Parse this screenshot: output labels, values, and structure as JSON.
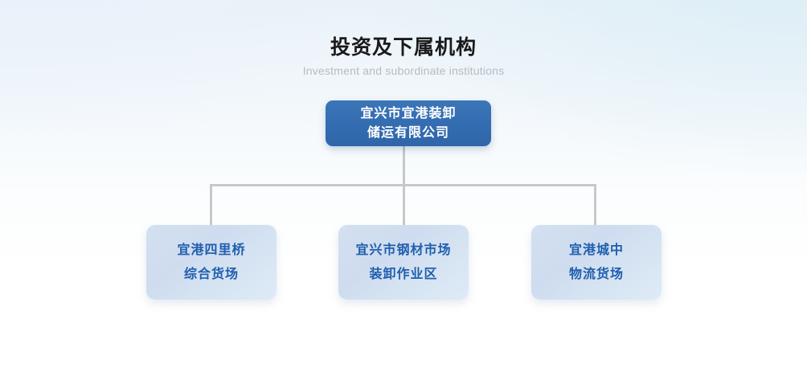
{
  "heading": {
    "title": "投资及下属机构",
    "subtitle": "Investment and subordinate institutions"
  },
  "org_chart": {
    "root": {
      "name": "宜兴市宜港装卸储运有限公司",
      "lines": [
        "宜兴市宜港装卸",
        "储运有限公司"
      ]
    },
    "children": [
      {
        "name": "宜港四里桥综合货场",
        "lines": [
          "宜港四里桥",
          "综合货场"
        ]
      },
      {
        "name": "宜兴市钢材市场装卸作业区",
        "lines": [
          "宜兴市钢材市场",
          "装卸作业区"
        ]
      },
      {
        "name": "宜港城中物流货场",
        "lines": [
          "宜港城中",
          "物流货场"
        ]
      }
    ]
  },
  "colors": {
    "root_node_fill": "#3570b4",
    "root_node_text": "#ffffff",
    "child_node_fill": "#d3e0f0",
    "child_node_text": "#1f5fae",
    "connector_line": "#c6c8ca",
    "title_text": "#1a1a1a",
    "subtitle_text": "#b6bcc2",
    "background_top": "#eaf2f9",
    "background_bottom": "#ffffff"
  }
}
